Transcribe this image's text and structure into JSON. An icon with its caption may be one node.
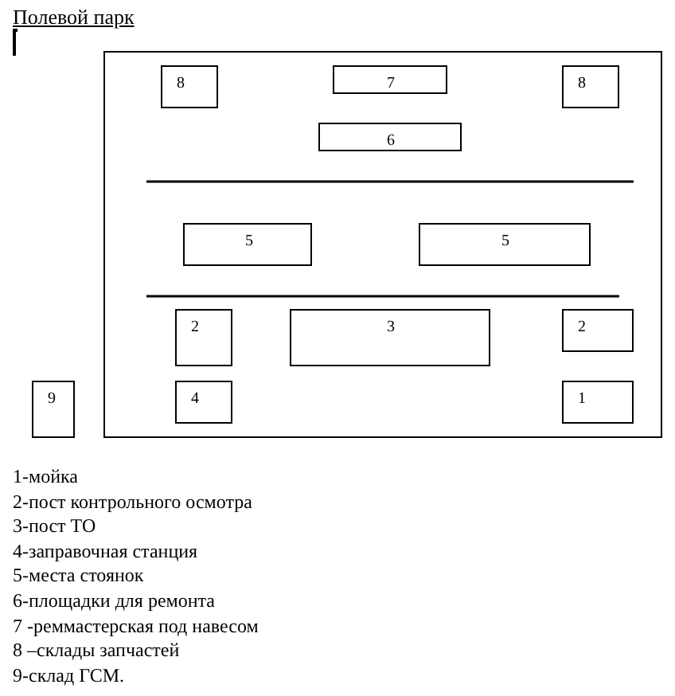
{
  "diagram": {
    "title": "Полевой парк",
    "nodes": [
      {
        "text": [],
        "shape": "box"
      },
      {
        "text": [
          "8"
        ],
        "in": 0
      },
      {
        "text": [
          "7"
        ],
        "in": 0
      },
      {
        "text": [
          "8"
        ],
        "in": 0
      },
      {
        "text": [
          "6"
        ],
        "in": 0
      },
      {
        "text": [
          "5"
        ],
        "in": 0
      },
      {
        "text": [
          "5"
        ],
        "in": 0
      },
      {
        "text": [
          "2"
        ],
        "in": 0
      },
      {
        "text": [
          "3"
        ],
        "in": 0
      },
      {
        "text": [
          "2"
        ],
        "in": 0
      },
      {
        "text": [
          "9"
        ]
      },
      {
        "text": [
          "4"
        ],
        "in": 0
      },
      {
        "text": [
          "1"
        ],
        "in": 0
      }
    ],
    "edges": [],
    "labels": [
      "1-мойка",
      "2-пост контрольного осмотра",
      "3-пост ТО",
      "4-заправочная станция",
      "5-места стоянок",
      "6-площадки для ремонта",
      "7 -реммастерская под навесом",
      "8 –склады запчастей",
      "9-склад ГСМ."
    ]
  }
}
